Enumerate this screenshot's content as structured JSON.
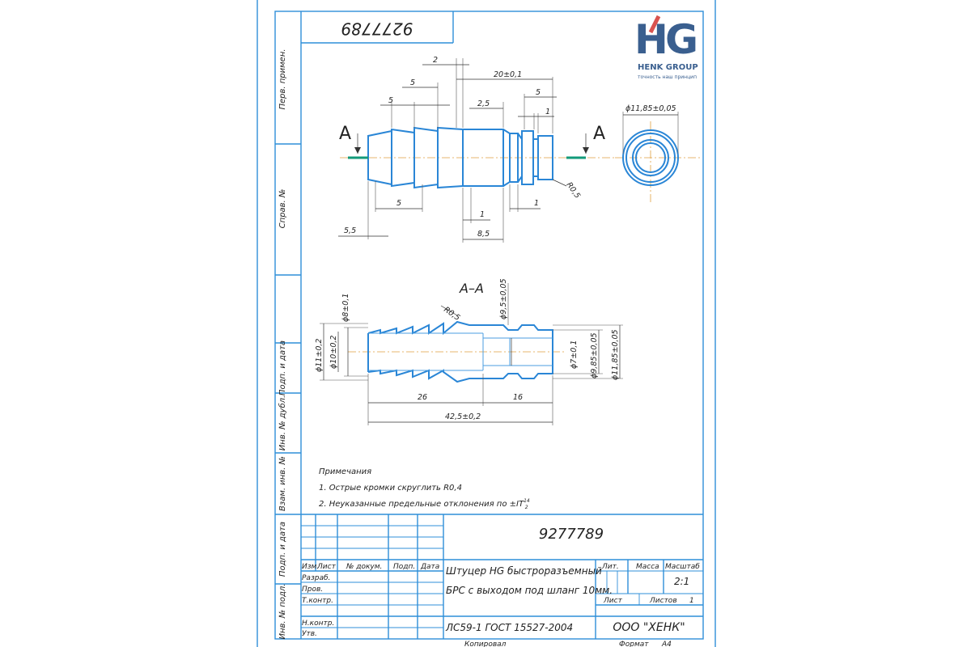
{
  "logo": {
    "letters": "HG",
    "company": "HENK GROUP",
    "slogan": "точность наш принцип",
    "accent": "#d9534f",
    "primary": "#3a5f8f"
  },
  "doc_number": "9277789",
  "doc_number_rotated": "9277789",
  "section_markers": {
    "left": "A",
    "right": "A"
  },
  "side_strip": {
    "perv_primen": "Перв. примен.",
    "sprav": "Справ. №",
    "podp_data_1": "Подп. и дата",
    "inv_dubl": "Инв. № дубл.",
    "vzam_inv": "Взам. инв. №",
    "podp_data_2": "Подп. и дата",
    "inv_podl": "Инв. № подл."
  },
  "top_view_dims": {
    "d2": "2",
    "d20": "20±0,1",
    "d5a": "5",
    "d5b": "5",
    "d5c": "5",
    "d25": "2,5",
    "d1a": "1",
    "d1185": "ϕ11,85±0,05",
    "r05": "R0,5",
    "d5d": "5",
    "d1b": "1",
    "d1c": "1",
    "d55": "5,5",
    "d85": "8,5"
  },
  "section_view": {
    "title": "А–А",
    "r05": "R0,5",
    "d95": "ϕ9,5±0,05",
    "d8": "ϕ8±0,1",
    "d11": "ϕ11±0,2",
    "d10": "ϕ10±0,2",
    "d7": "ϕ7±0,1",
    "d985": "ϕ9,85±0,05",
    "d1185": "ϕ11,85±0,05",
    "l26": "26",
    "l16": "16",
    "l425": "42,5±0,2"
  },
  "notes": {
    "heading": "Примечания",
    "n1": "1. Острые кромки скруглить R0,4",
    "n2": "2. Неуказанные предельные отклонения по ±IT",
    "n2_sup": "14",
    "n2_sub": "2"
  },
  "title_block": {
    "designation": "9277789",
    "cols": {
      "izm": "Изм.",
      "list": "Лист",
      "dokum": "№ докум.",
      "podp": "Подп.",
      "data": "Дата"
    },
    "rows": {
      "razrab": "Разраб.",
      "prov": "Пров.",
      "tkontr": "Т.контр.",
      "nkontr": "Н.контр.",
      "utv": "Утв."
    },
    "name_line1": "Штуцер HG быстроразъемный",
    "name_line2": "БРС с выходом под шланг 10мм.",
    "material": "ЛС59-1 ГОСТ 15527-2004",
    "lit": "Лит.",
    "massa": "Масса",
    "masshtab": "Масштаб",
    "scale": "2:1",
    "list_label": "Лист",
    "listov_label": "Листов",
    "listov_value": "1",
    "company": "ООО \"ХЕНК\"",
    "kopiroval": "Копировал",
    "format_label": "Формат",
    "format_value": "А4"
  }
}
